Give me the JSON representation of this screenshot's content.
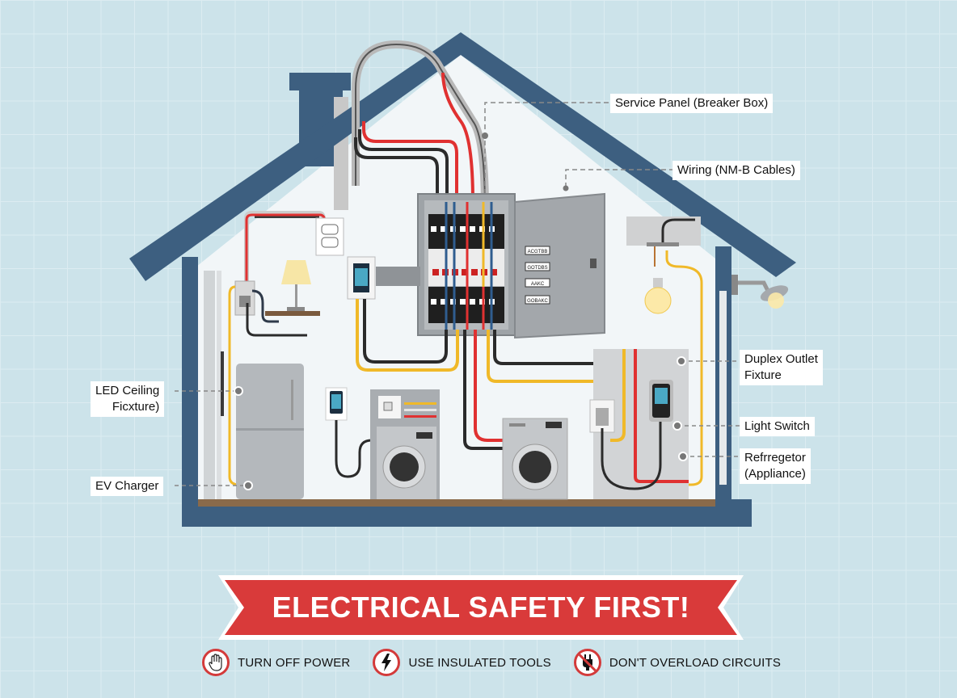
{
  "title": "Home Electrical System Diagram",
  "colors": {
    "background": "#cce3ea",
    "house_frame": "#3d5f80",
    "interior": "#f2f6f8",
    "wire_red": "#e03131",
    "wire_black": "#2b2b2b",
    "wire_yellow": "#f0b929",
    "wire_blue": "#2f5d8f",
    "floor": "#8a6a4a",
    "banner_red": "#d93a3a"
  },
  "callouts": [
    {
      "id": "service-panel",
      "text": "Service Panel (Breaker Box)"
    },
    {
      "id": "wiring",
      "text": "Wiring (NM-B Cables)"
    },
    {
      "id": "duplex-outlet",
      "line1": "Duplex Outlet",
      "line2": "Fixture"
    },
    {
      "id": "light-switch",
      "text": "Light Switch"
    },
    {
      "id": "refrigerator",
      "line1": "Refrregetor",
      "line2": "(Appliance)"
    },
    {
      "id": "led-ceiling",
      "line1": "LED Ceiling",
      "line2": "Ficxture)"
    },
    {
      "id": "ev-charger",
      "text": "EV Charger"
    }
  ],
  "panel_door_labels": [
    "ACGTBB",
    "GOTDBS",
    "AAKC",
    "GOBAKC"
  ],
  "banner": {
    "text": "ELECTRICAL SAFETY FIRST!"
  },
  "tips": [
    {
      "icon": "stop-hand-icon",
      "text": "TURN OFF POWER"
    },
    {
      "icon": "lightning-bolt-icon",
      "text": "USE INSULATED TOOLS"
    },
    {
      "icon": "no-plug-icon",
      "text": "DON'T OVERLOAD CIRCUITS"
    }
  ]
}
